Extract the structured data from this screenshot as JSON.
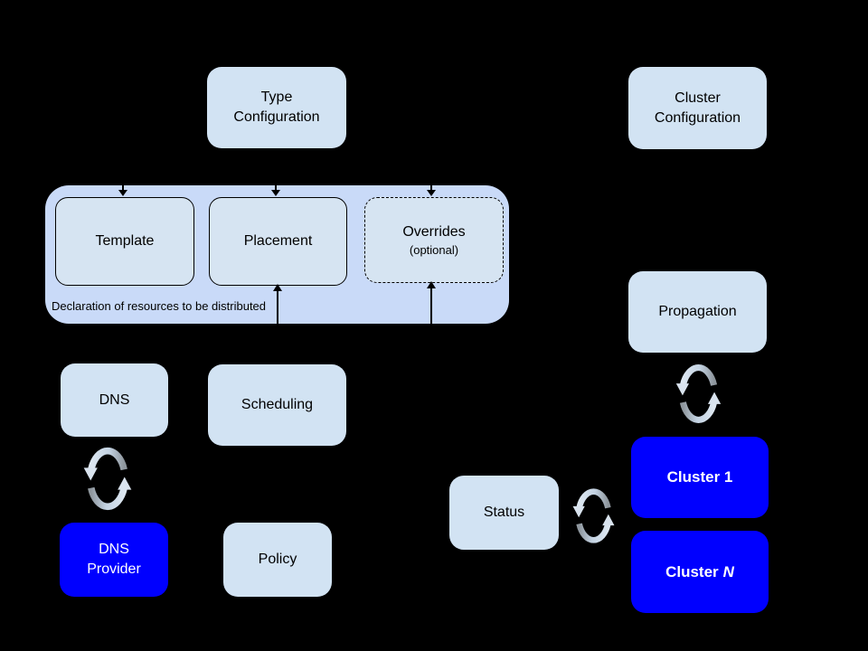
{
  "diagram": {
    "background_color": "#000000",
    "light_box_color": "#d2e3f3",
    "group_box_color": "#c9daf8",
    "accent_blue_color": "#0000ff",
    "sync_icon_light_color": "#d9e3ee",
    "sync_icon_dark_color": "#8e969d"
  },
  "nodes": {
    "type_config": {
      "line1": "Type",
      "line2": "Configuration"
    },
    "cluster_config": {
      "line1": "Cluster",
      "line2": "Configuration"
    },
    "template": {
      "label": "Template"
    },
    "placement": {
      "label": "Placement"
    },
    "overrides": {
      "label": "Overrides",
      "sublabel": "(optional)"
    },
    "declaration_group": {
      "caption": "Declaration of resources to be distributed"
    },
    "dns": {
      "label": "DNS"
    },
    "scheduling": {
      "label": "Scheduling"
    },
    "dns_provider": {
      "line1": "DNS",
      "line2": "Provider"
    },
    "policy": {
      "label": "Policy"
    },
    "propagation": {
      "label": "Propagation"
    },
    "status": {
      "label": "Status"
    },
    "cluster_1": {
      "label": "Cluster 1"
    },
    "cluster_n": {
      "prefix": "Cluster",
      "suffix": "N"
    }
  },
  "icons": [
    {
      "name": "sync-icon",
      "between": [
        "dns",
        "dns_provider"
      ]
    },
    {
      "name": "sync-icon",
      "between": [
        "propagation",
        "cluster_1"
      ]
    },
    {
      "name": "sync-icon",
      "between": [
        "status",
        "cluster_1"
      ]
    }
  ],
  "arrows": [
    {
      "into": "template",
      "from_direction": "top",
      "style": "dashed"
    },
    {
      "into": "placement",
      "from_direction": "top",
      "style": "dashed"
    },
    {
      "into": "overrides",
      "from_direction": "top",
      "style": "dashed"
    },
    {
      "into": "placement",
      "from_direction": "bottom",
      "style": "solid"
    },
    {
      "into": "overrides",
      "from_direction": "bottom",
      "style": "solid"
    }
  ]
}
